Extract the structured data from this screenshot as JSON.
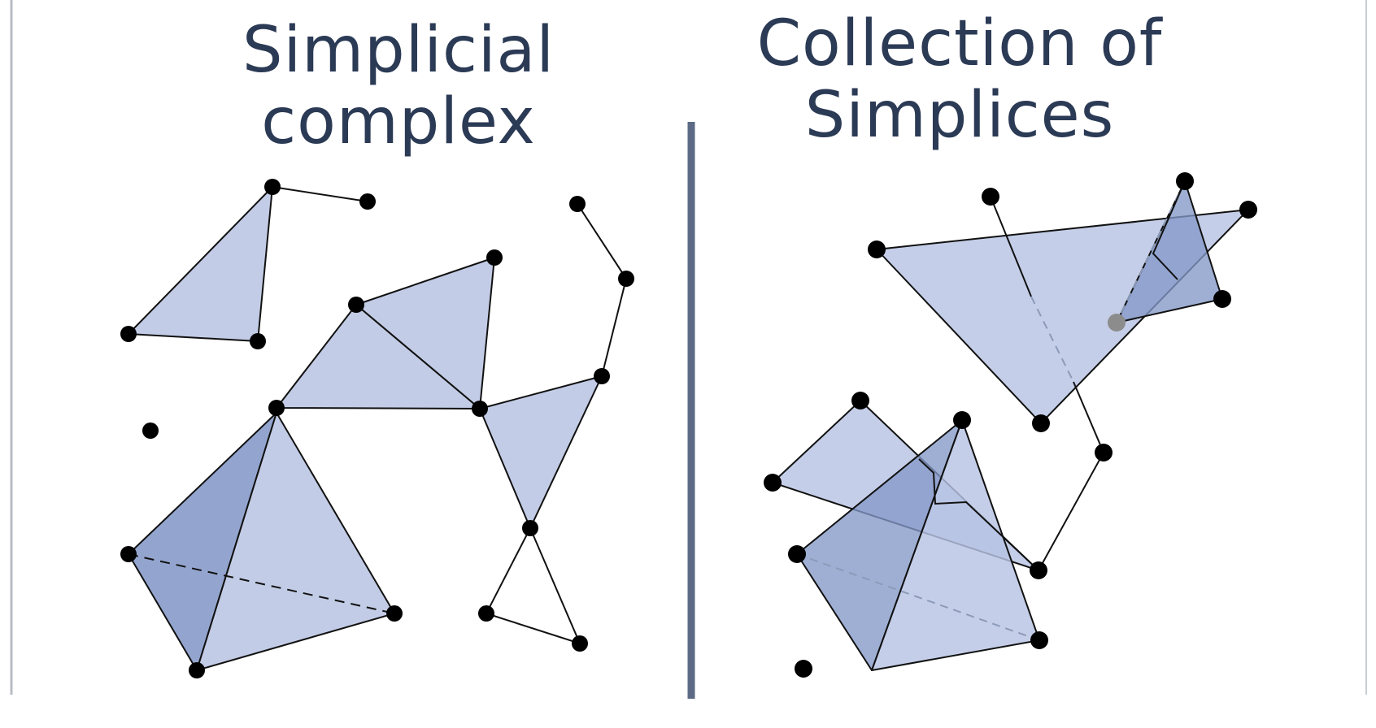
{
  "left_panel": {
    "title_line1": "Simplicial",
    "title_line2": "complex"
  },
  "right_panel": {
    "title_line1": "Collection of",
    "title_line2": "Simplices"
  },
  "colors": {
    "face_fill": "#c3cce6",
    "face_dark_fill": "#93a5cf",
    "title_color": "#2b3a55",
    "divider_color": "#5c6a85"
  }
}
